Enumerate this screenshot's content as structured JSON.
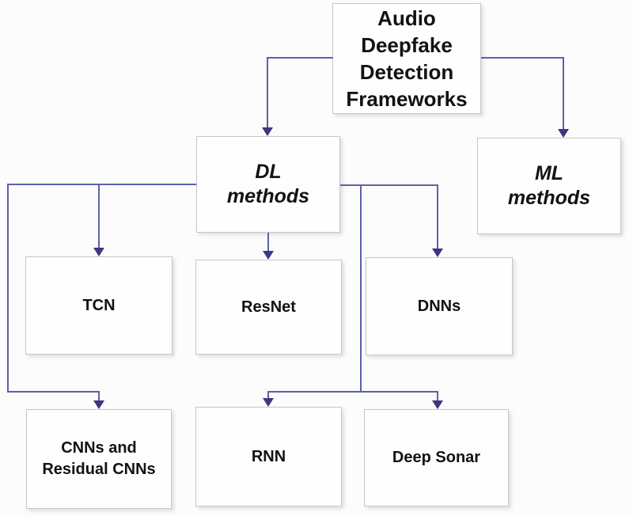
{
  "diagram": {
    "title": "Audio Deepfake Detection Frameworks",
    "type": "flowchart",
    "colors": {
      "connector": "#5c61ab",
      "arrowhead": "#3d3680",
      "box_border": "#c6c6ca",
      "box_fill": "#fefefe",
      "text": "#121212",
      "background": "#fcfcfc"
    },
    "nodes": {
      "root": {
        "label": "Audio Deepfake Detection Frameworks",
        "lines": [
          "Audio",
          "Deepfake",
          "Detection",
          "Frameworks"
        ]
      },
      "dl": {
        "label": "DL methods",
        "lines": [
          "DL",
          "methods"
        ]
      },
      "ml": {
        "label": "ML methods",
        "lines": [
          "ML",
          "methods"
        ]
      },
      "tcn": {
        "label": "TCN"
      },
      "resnet": {
        "label": "ResNet"
      },
      "dnns": {
        "label": "DNNs"
      },
      "cnns": {
        "label": "CNNs and Residual CNNs",
        "lines": [
          "CNNs and",
          "Residual CNNs"
        ]
      },
      "rnn": {
        "label": "RNN"
      },
      "deep_sonar": {
        "label": "Deep Sonar"
      }
    },
    "edges": [
      {
        "from": "root",
        "to": "dl"
      },
      {
        "from": "root",
        "to": "ml"
      },
      {
        "from": "dl",
        "to": "tcn"
      },
      {
        "from": "dl",
        "to": "resnet"
      },
      {
        "from": "dl",
        "to": "dnns"
      },
      {
        "from": "dl",
        "to": "cnns"
      },
      {
        "from": "dl",
        "to": "rnn"
      },
      {
        "from": "dl",
        "to": "deep_sonar"
      }
    ]
  }
}
